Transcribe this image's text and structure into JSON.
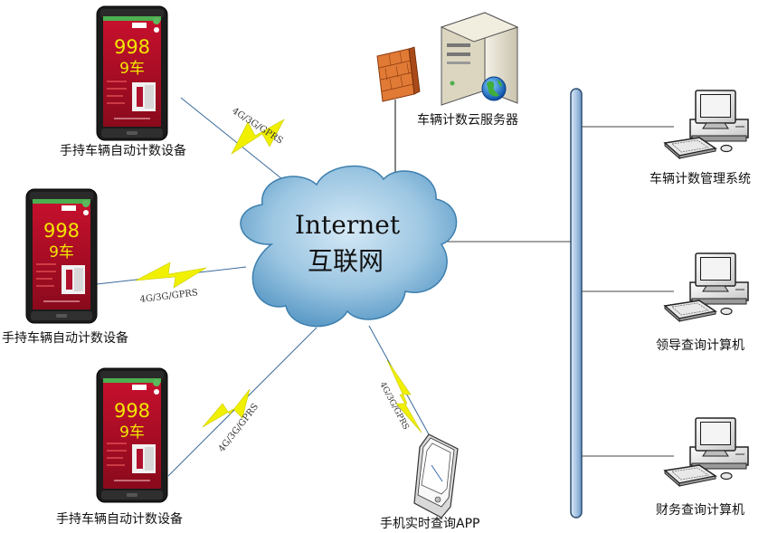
{
  "cloud": {
    "line1": "Internet",
    "line2": "互联网"
  },
  "server": {
    "label": "车辆计数云服务器"
  },
  "devices": [
    {
      "label": "手持车辆自动计数设备",
      "count": "998",
      "unit": "9车",
      "link": "4G/3G/GPRS"
    },
    {
      "label": "手持车辆自动计数设备",
      "count": "998",
      "unit": "9车",
      "link": "4G/3G/GPRS"
    },
    {
      "label": "手持车辆自动计数设备",
      "count": "998",
      "unit": "9车",
      "link": "4G/3G/GPRS"
    }
  ],
  "phone": {
    "label": "手机实时查询APP",
    "link": "4G/3G/GPRS"
  },
  "computers": [
    {
      "label": "车辆计数管理系统"
    },
    {
      "label": "领导查询计算机"
    },
    {
      "label": "财务查询计算机"
    }
  ],
  "colors": {
    "cloud_fill": "#9cc6e2",
    "cloud_stroke": "#3d7fae",
    "bus": "#b9d3ea",
    "bus_stroke": "#2e4e72",
    "lightning": "#f0f000",
    "count_text": "#f2e600",
    "firewall": "#e07a35"
  },
  "icons": [
    "handheld-device-icon",
    "server-icon",
    "firewall-icon",
    "globe-icon",
    "cloud-icon",
    "pda-icon",
    "desktop-computer-icon",
    "lightning-icon"
  ]
}
